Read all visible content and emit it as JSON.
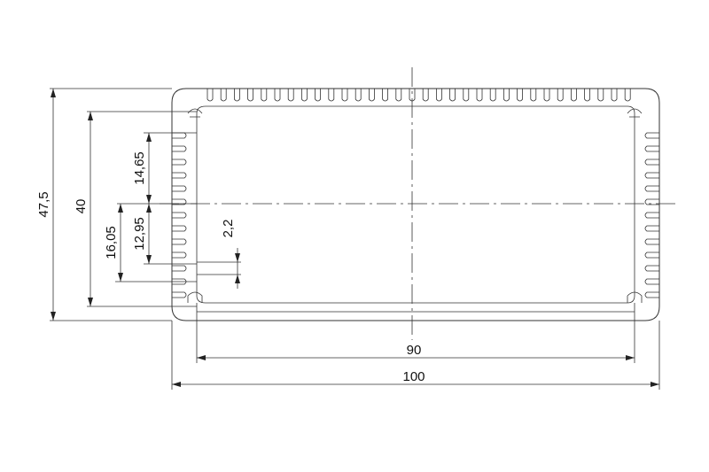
{
  "drawing": {
    "type": "aluminum enclosure profile cross-section",
    "dimensions": {
      "outer_width": "100",
      "inner_width": "90",
      "outer_height": "47,5",
      "inner_height": "40",
      "offset_16": "16,05",
      "offset_14": "14,65",
      "offset_12": "12,95",
      "slot_width": "2,2"
    },
    "colors": {
      "line": "#333333",
      "text": "#111111",
      "background": "#ffffff"
    }
  }
}
